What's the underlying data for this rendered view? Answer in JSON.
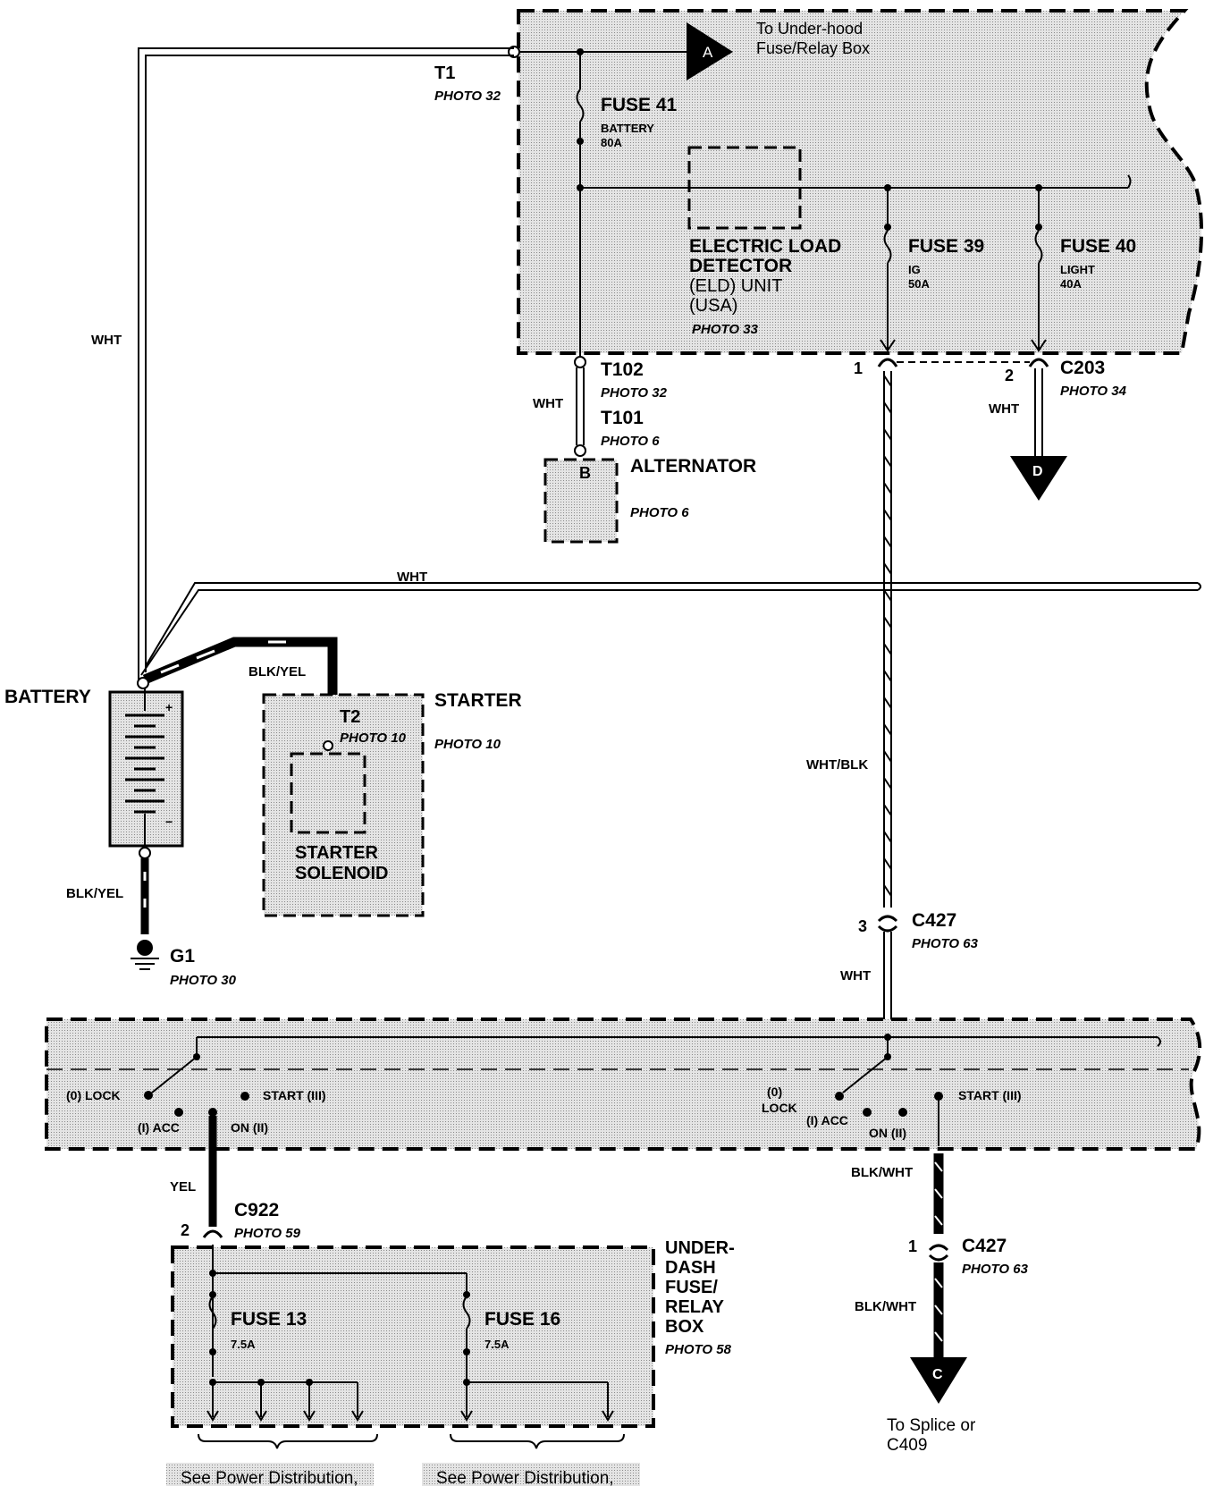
{
  "underhood": {
    "arrow_letter": "A",
    "to_line1": "To Under-hood",
    "to_line2": "Fuse/Relay Box",
    "fuse41_title": "FUSE 41",
    "fuse41_sub": "BATTERY",
    "fuse41_amp": "80A",
    "eld_line1": "ELECTRIC LOAD",
    "eld_line2": "DETECTOR",
    "eld_line3": "(ELD) UNIT",
    "eld_line4": "(USA)",
    "eld_photo": "PHOTO 33",
    "fuse39_title": "FUSE 39",
    "fuse39_sub": "IG",
    "fuse39_amp": "50A",
    "fuse40_title": "FUSE 40",
    "fuse40_sub": "LIGHT",
    "fuse40_amp": "40A"
  },
  "t1": {
    "label": "T1",
    "photo": "PHOTO 32"
  },
  "t102": {
    "label": "T102",
    "photo": "PHOTO 32"
  },
  "t101": {
    "label": "T101",
    "photo": "PHOTO 6"
  },
  "alternator": {
    "terminal": "B",
    "label": "ALTERNATOR",
    "photo": "PHOTO 6"
  },
  "c203": {
    "pin1": "1",
    "pin2": "2",
    "label": "C203",
    "photo": "PHOTO 34"
  },
  "arrow_d": "D",
  "battery": {
    "label": "BATTERY",
    "plus": "+",
    "minus": "−"
  },
  "starter": {
    "label": "STARTER",
    "photo": "PHOTO 10",
    "t2_label": "T2",
    "t2_photo": "PHOTO 10",
    "solenoid_line1": "STARTER",
    "solenoid_line2": "SOLENOID"
  },
  "ground": {
    "label": "G1",
    "photo": "PHOTO 30"
  },
  "wires": {
    "wht_left": "WHT",
    "wht_t102": "WHT",
    "wht_middle": "WHT",
    "blk_yel_top": "BLK/YEL",
    "blk_yel_bottom": "BLK/YEL",
    "wht_blk": "WHT/BLK",
    "wht_c427": "WHT",
    "wht_d": "WHT",
    "yel": "YEL",
    "blk_wht_top": "BLK/WHT",
    "blk_wht_bottom": "BLK/WHT"
  },
  "c427_top": {
    "pin": "3",
    "label": "C427",
    "photo": "PHOTO 63"
  },
  "switch_left": {
    "lock": "(0) LOCK",
    "acc": "(I) ACC",
    "on": "ON (II)",
    "start": "START (III)"
  },
  "switch_right": {
    "lock1": "(0)",
    "lock2": "LOCK",
    "acc": "(I) ACC",
    "on": "ON (II)",
    "start": "START (III)"
  },
  "c922": {
    "pin": "2",
    "label": "C922",
    "photo": "PHOTO 59"
  },
  "c427_bottom": {
    "pin": "1",
    "label": "C427",
    "photo": "PHOTO 63"
  },
  "underdash": {
    "line1": "UNDER-",
    "line2": "DASH",
    "line3": "FUSE/",
    "line4": "RELAY",
    "line5": "BOX",
    "photo": "PHOTO 58",
    "fuse13_title": "FUSE 13",
    "fuse13_amp": "7.5A",
    "fuse16_title": "FUSE 16",
    "fuse16_amp": "7.5A"
  },
  "arrow_c": {
    "letter": "C",
    "line1": "To Splice or",
    "line2": "C409"
  },
  "see_power_1": "See Power Distribution,",
  "see_power_2": "See Power Distribution,"
}
